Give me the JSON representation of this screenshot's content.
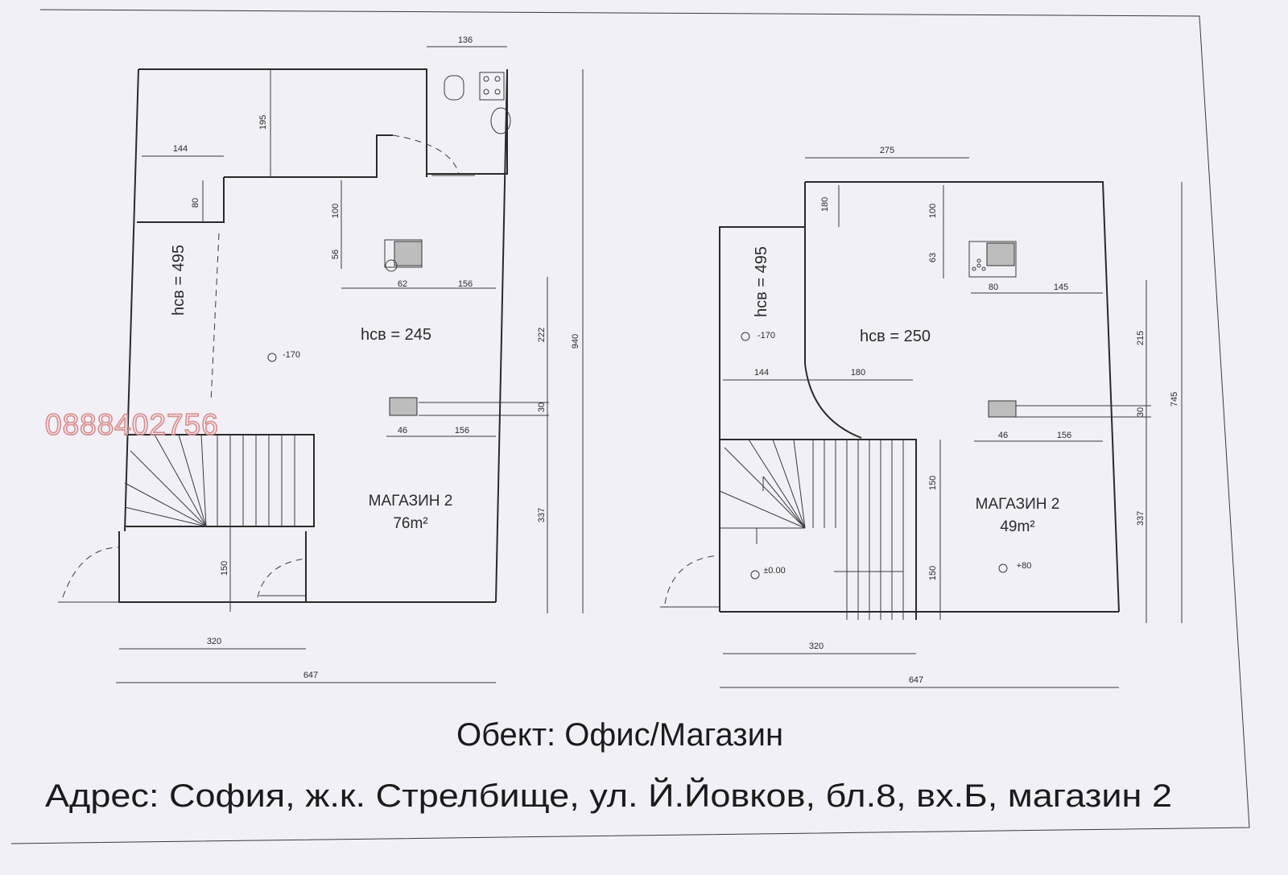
{
  "watermark_phone": "0888402756",
  "footer": {
    "object": "Обект: Офис/Магазин",
    "address": "Адрес: София, ж.к. Стрелбище, ул. Й.Йовков, бл.8, вх.Б, магазин 2"
  },
  "plan_left": {
    "room_name": "МАГАЗИН 2",
    "room_area": "76m²",
    "height_main": "hсв = 245",
    "height_upper": "hсв = 495",
    "level": "-170",
    "dims": {
      "d136": "136",
      "d195": "195",
      "d144": "144",
      "d80": "80",
      "d100": "100",
      "d56": "56",
      "d62": "62",
      "d156a": "156",
      "d222": "222",
      "d940": "940",
      "d30": "30",
      "d46": "46",
      "d156b": "156",
      "d337": "337",
      "d150": "150",
      "d320": "320",
      "d647": "647"
    }
  },
  "plan_right": {
    "room_name": "МАГАЗИН 2",
    "room_area": "49m²",
    "height_main": "hсв = 250",
    "height_upper": "hсв = 495",
    "level_upper": "-170",
    "level_entry": "±0.00",
    "level_room": "+80",
    "dims": {
      "d275": "275",
      "d180a": "180",
      "d100": "100",
      "d63": "63",
      "d80": "80",
      "d145": "145",
      "d144": "144",
      "d180b": "180",
      "d215": "215",
      "d745": "745",
      "d30": "30",
      "d46": "46",
      "d156": "156",
      "d150a": "150",
      "d150b": "150",
      "d337": "337",
      "d320": "320",
      "d647": "647"
    }
  }
}
